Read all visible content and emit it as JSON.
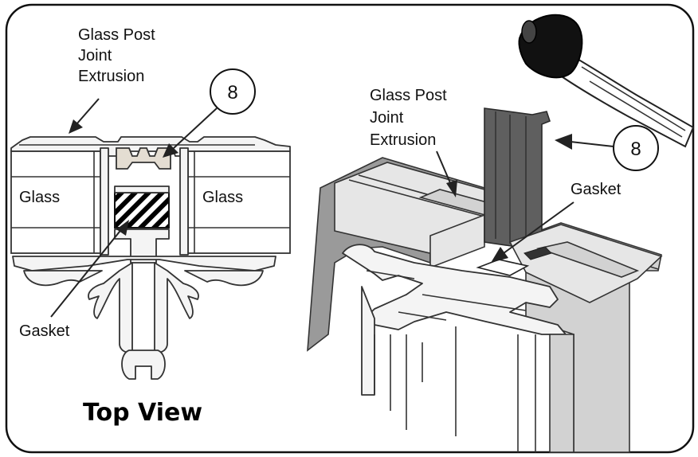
{
  "top_view": {
    "extrusion_label": [
      "Glass Post",
      "Joint",
      "Extrusion"
    ],
    "callout_number": "8",
    "glass_left_label": "Glass",
    "glass_right_label": "Glass",
    "gasket_label": "Gasket",
    "view_title": "Top View"
  },
  "perspective_view": {
    "extrusion_label": [
      "Glass Post",
      "Joint",
      "Extrusion"
    ],
    "callout_number": "8",
    "gasket_label": "Gasket"
  }
}
